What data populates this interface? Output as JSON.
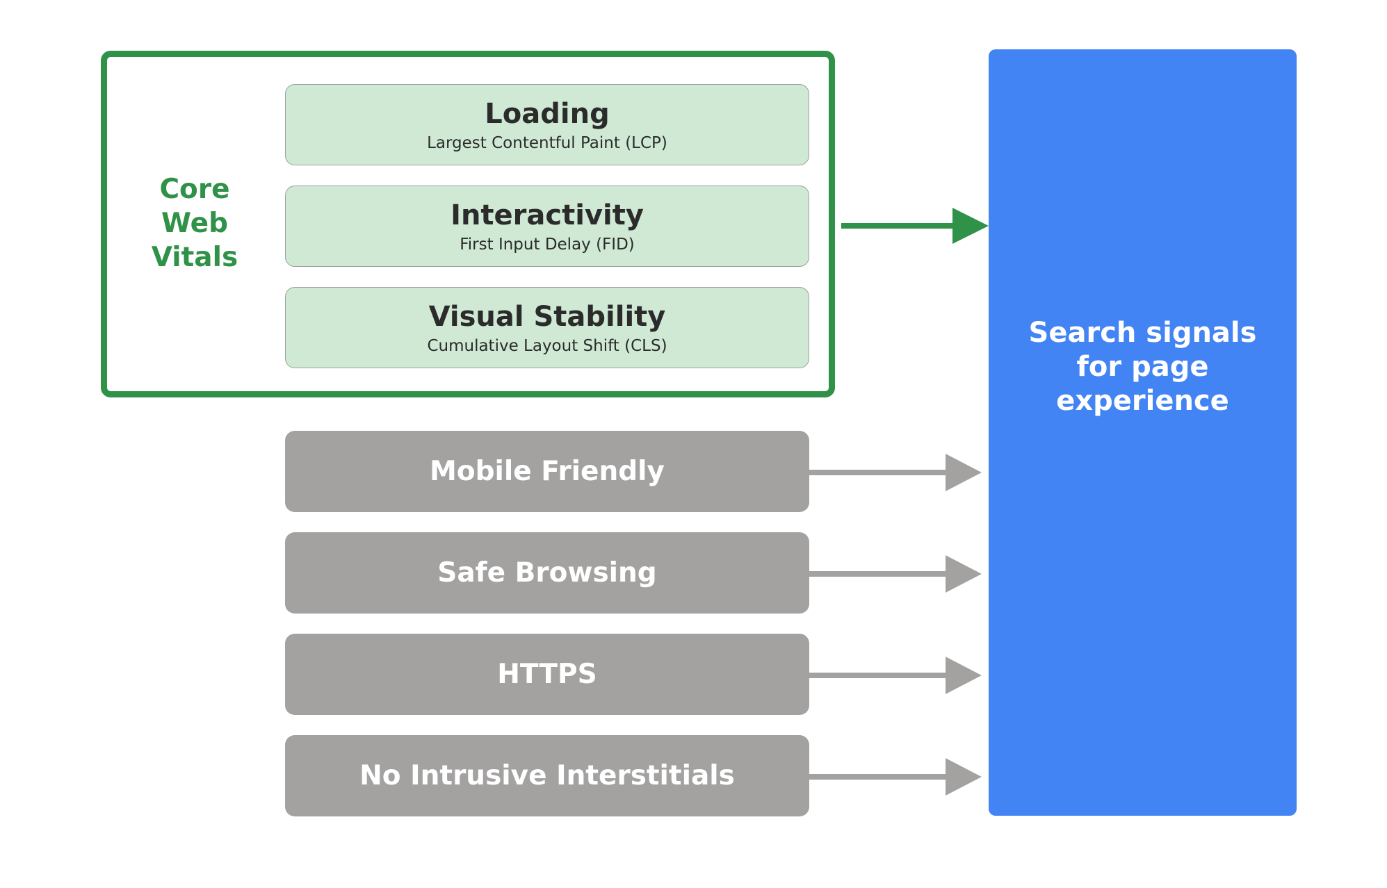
{
  "core_web_vitals": {
    "title_lines": [
      "Core",
      "Web",
      "Vitals"
    ],
    "metrics": [
      {
        "name": "Loading",
        "detail": "Largest Contentful Paint (LCP)"
      },
      {
        "name": "Interactivity",
        "detail": "First Input Delay (FID)"
      },
      {
        "name": "Visual Stability",
        "detail": "Cumulative Layout Shift (CLS)"
      }
    ]
  },
  "signals": [
    {
      "label": "Mobile Friendly"
    },
    {
      "label": "Safe Browsing"
    },
    {
      "label": "HTTPS"
    },
    {
      "label": "No Intrusive Interstitials"
    }
  ],
  "result": {
    "label_lines": [
      "Search signals",
      "for page",
      "experience"
    ]
  },
  "colors": {
    "core_web_vitals_green": "#2f9248",
    "metric_fill": "#cfe9d4",
    "signal_fill": "#a3a2a1",
    "result_blue": "#4384f4"
  }
}
